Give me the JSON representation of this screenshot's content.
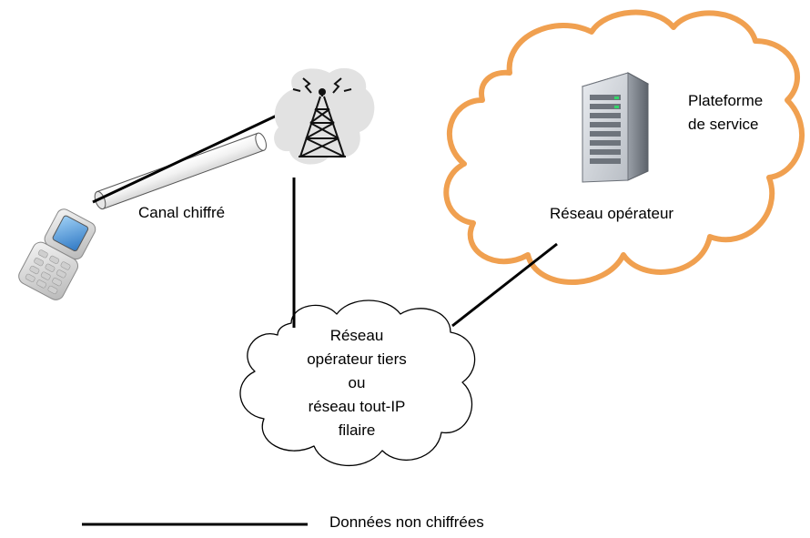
{
  "labels": {
    "encrypted_channel": "Canal chiffré",
    "platform_line1": "Plateforme",
    "platform_line2": "de service",
    "operator_network": "Réseau opérateur",
    "third_party_network": [
      "Réseau",
      "opérateur tiers",
      "ou",
      "réseau tout-IP",
      "filaire"
    ],
    "legend_unencrypted": "Données non chiffrées"
  },
  "icons": {
    "phone": "mobile-phone-icon",
    "antenna": "cell-tower-icon",
    "server": "server-icon"
  },
  "colors": {
    "operator_cloud_stroke": "#f0a050",
    "third_party_cloud_stroke": "#000000",
    "link": "#000000"
  }
}
